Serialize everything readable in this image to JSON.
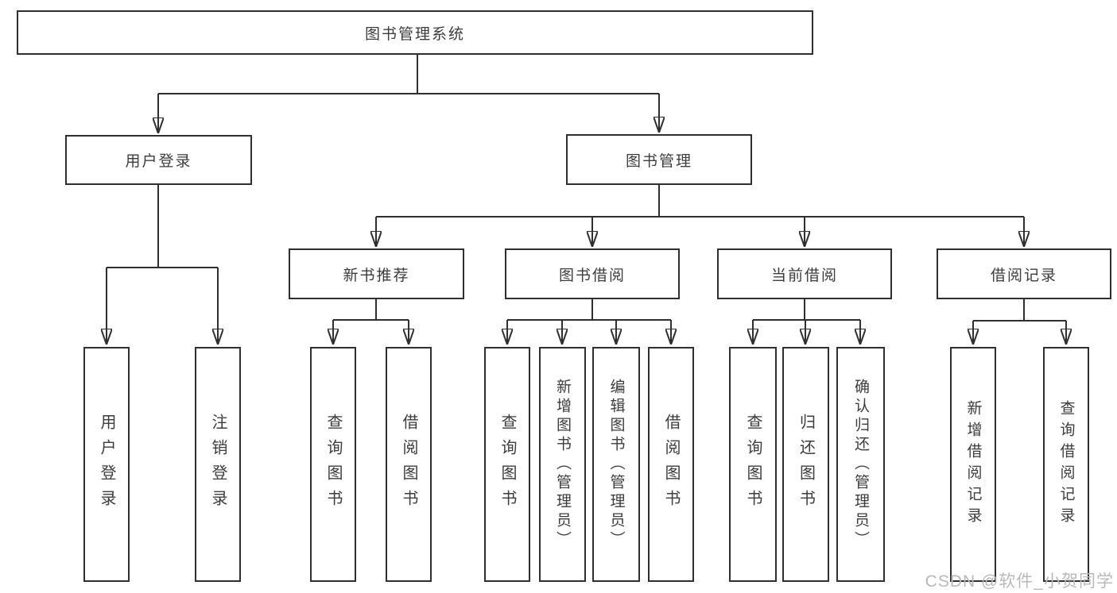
{
  "tree": {
    "root": "图书管理系统",
    "branches": [
      {
        "label": "用户登录",
        "children": [
          "用户登录",
          "注销登录"
        ]
      },
      {
        "label": "图书管理",
        "sections": [
          {
            "label": "新书推荐",
            "children": [
              "查询图书",
              "借阅图书"
            ]
          },
          {
            "label": "图书借阅",
            "children": [
              "查询图书",
              "新增图书（管理员）",
              "编辑图书（管理员）",
              "借阅图书"
            ]
          },
          {
            "label": "当前借阅",
            "children": [
              "查询图书",
              "归还图书",
              "确认归还（管理员）"
            ]
          },
          {
            "label": "借阅记录",
            "children": [
              "新增借阅记录",
              "查询借阅记录"
            ]
          }
        ]
      }
    ]
  },
  "watermark": {
    "text": "CSDN @软件_小贺同学"
  },
  "colors": {
    "line": "#2f2f2f",
    "box_border": "#2f2f2f",
    "box_fill": "#ffffff",
    "text": "#3c3c3c",
    "watermark": "#b9b9b9",
    "background": "#ffffff"
  }
}
